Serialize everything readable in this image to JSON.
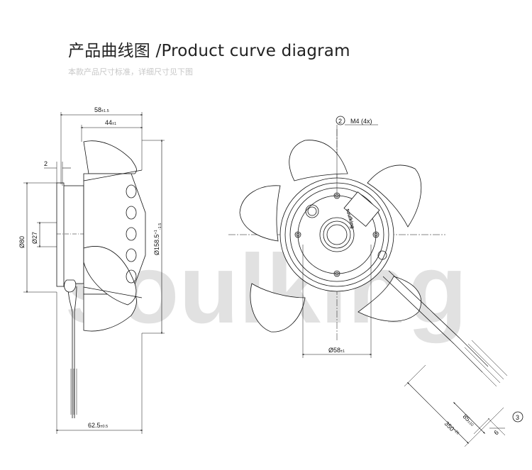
{
  "header": {
    "title_cn": "产品曲线图",
    "title_en": "/Product curve diagram",
    "subtitle": "本款产品尺寸标准，详细尺寸见下图"
  },
  "watermark": "soulking",
  "side_view": {
    "dim_58": "58",
    "dim_58_tol": "±1.5",
    "dim_44": "44",
    "dim_44_tol": "±1",
    "dim_2": "2",
    "dim_80": "Ø80",
    "dim_27": "Ø27",
    "dim_158": "Ø158.5",
    "dim_158_tol_top": "+1",
    "dim_158_tol_bot": "-1.5",
    "dim_62": "62.5",
    "dim_62_tol": "±0.5"
  },
  "front_view": {
    "callout_2": "2",
    "mount_label": "M4 (4x)",
    "dim_58": "Ø58",
    "dim_58_tol": "±1",
    "callout_3": "3",
    "dim_350": "350",
    "dim_350_tol": "+20",
    "dim_85": "85",
    "dim_85_tol": "±10",
    "dim_6": "6",
    "label_text": "soulking"
  }
}
